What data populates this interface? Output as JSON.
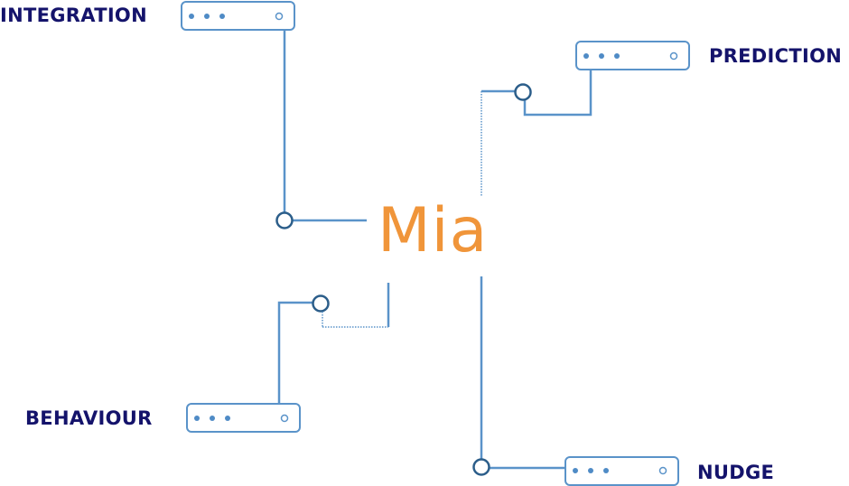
{
  "center": {
    "title": "Mia"
  },
  "nodes": [
    {
      "id": "integration",
      "label": "INTEGRATION"
    },
    {
      "id": "prediction",
      "label": "PREDICTION"
    },
    {
      "id": "behaviour",
      "label": "BEHAVIOUR"
    },
    {
      "id": "nudge",
      "label": "NUDGE"
    }
  ],
  "colors": {
    "label_text": "#14136b",
    "center_text": "#f0953a",
    "connector": "#5a93c9",
    "terminal_outline": "#2c5e8a"
  },
  "icons": {
    "node": "server-rack-icon",
    "indicator": "status-dots-icon"
  }
}
